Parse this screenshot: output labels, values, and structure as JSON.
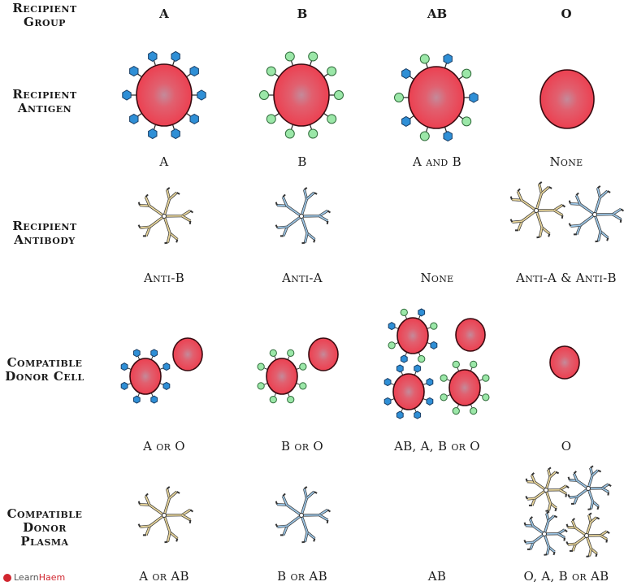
{
  "row_labels": {
    "group": [
      "Recipient",
      "Group"
    ],
    "antigen": [
      "Recipient",
      "Antigen"
    ],
    "antibody": [
      "Recipient",
      "Antibody"
    ],
    "donor_cell": [
      "Compatible",
      "Donor Cell"
    ],
    "donor_plasma": [
      "Compatible",
      "Donor Plasma"
    ]
  },
  "columns": [
    "A",
    "B",
    "AB",
    "O"
  ],
  "antigen_captions": [
    "A",
    "B",
    "A and B",
    "None"
  ],
  "antibody_captions": [
    "Anti-B",
    "Anti-A",
    "None",
    "Anti-A & Anti-B"
  ],
  "donor_cell_captions": [
    "A or O",
    "B or O",
    "AB, A, B or O",
    "O"
  ],
  "donor_plasma_captions": [
    "A or AB",
    "B or AB",
    "AB",
    "O, A, B or AB"
  ],
  "logo": {
    "prefix": "Learn",
    "suffix": "Haem"
  },
  "colors": {
    "cell": "#e8414f",
    "cell_center": "#c8788a",
    "antigen_a": "#2f8fd6",
    "antigen_b": "#9be7a8",
    "antibody_anti_b": "#e8d59a",
    "antibody_anti_a": "#9cc6e6"
  }
}
